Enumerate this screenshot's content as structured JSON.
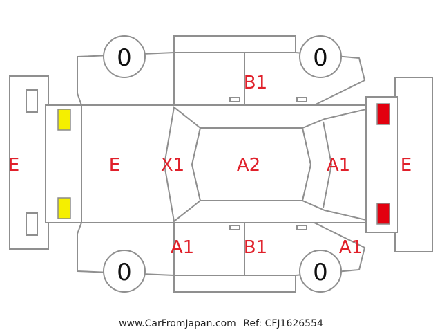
{
  "diagram": {
    "wheels": {
      "front_left": "0",
      "front_right": "0",
      "rear_left": "0",
      "rear_right": "0"
    },
    "labels": {
      "rear_bumper": "E",
      "rear_panel": "E",
      "rear_glass": "X1",
      "roof": "A2",
      "windshield": "A1",
      "front_bumper": "E",
      "top_doors": "B1",
      "bottom_doors": "B1",
      "bottom_rear_fender": "A1",
      "bottom_front_fender": "A1"
    },
    "colors": {
      "outline": "#8f8f8f",
      "damage_text": "#e0202a",
      "yellow_lamp": "#f5ef00",
      "red_lamp": "#e3000f"
    }
  },
  "footer": {
    "site": "www.CarFromJapan.com",
    "ref": "Ref: CFJ1626554"
  }
}
